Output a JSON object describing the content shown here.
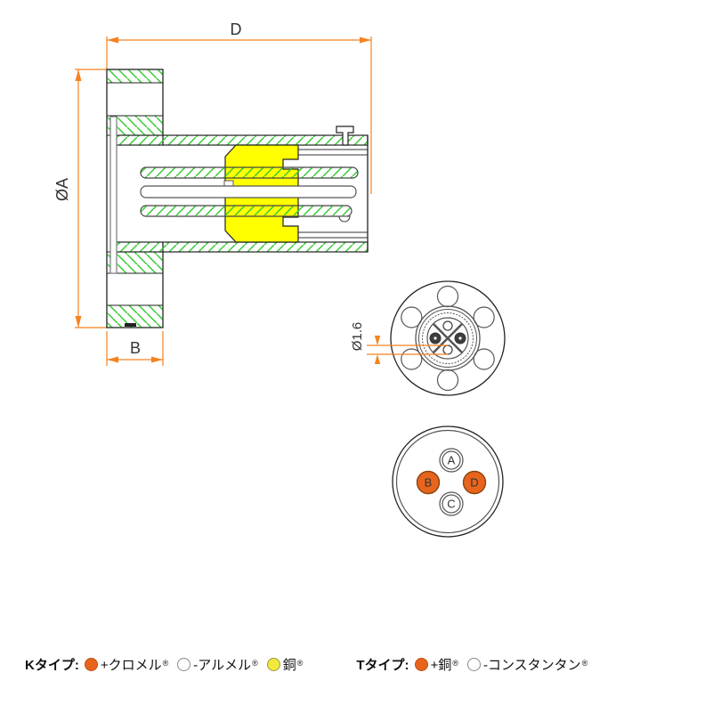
{
  "drawing": {
    "dimensions": {
      "d_label": "D",
      "a_label": "ØA",
      "b_label": "B",
      "pin_diameter_label": "Ø1.6"
    },
    "pin_view": {
      "pin_a": "A",
      "pin_b": "B",
      "pin_c": "C",
      "pin_d": "D"
    }
  },
  "legend": {
    "k_type": {
      "label": "Kタイプ:",
      "items": [
        {
          "marker": "orange-filled-circle",
          "text": "+クロメル",
          "sup": "®"
        },
        {
          "marker": "white-open-circle",
          "text": "-アルメル",
          "sup": "®"
        },
        {
          "marker": "yellow-filled-circle",
          "text": "銅",
          "sup": "®"
        }
      ]
    },
    "t_type": {
      "label": "Tタイプ:",
      "items": [
        {
          "marker": "orange-filled-circle",
          "text": "+銅",
          "sup": "®"
        },
        {
          "marker": "white-open-circle",
          "text": "-コンスタンタン",
          "sup": "®"
        }
      ]
    }
  },
  "colors": {
    "hatch-green": "#33cc33",
    "insulator-yellow": "#ffff00",
    "dim-orange": "#f58220",
    "pin-orange": "#e8641c",
    "copper-yellow": "#f2e93c",
    "line-dark": "#222222",
    "label-gray": "#333333"
  }
}
